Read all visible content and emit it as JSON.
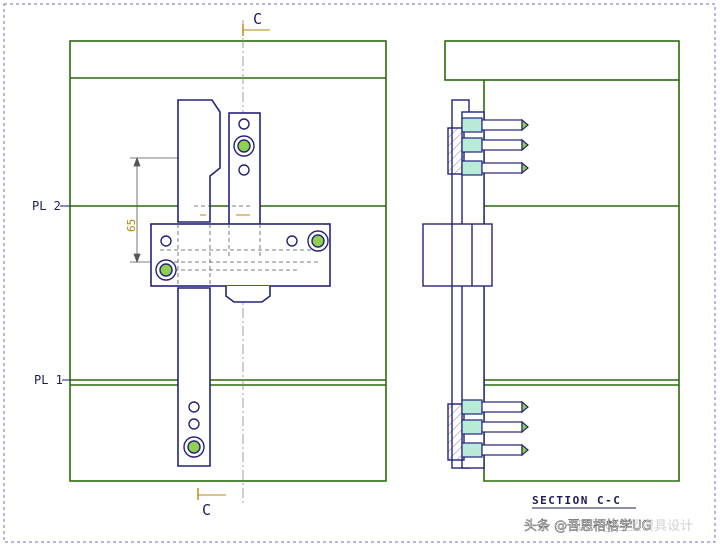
{
  "labels": {
    "pl2": "PL 2",
    "pl1": "PL 1",
    "section_mark_top": "C",
    "section_mark_bottom": "C",
    "dimension": "65",
    "section_title": "SECTION C-C"
  },
  "watermarks": {
    "zhihu": "知乎 @注塑模具设计",
    "toutiao": "头条 @吾思梧恪学UG"
  },
  "colors": {
    "plate_line": "#2b6a0f",
    "part_line": "#23237a",
    "bolt_fill": "#8fd14f",
    "hatch_fill": "#b9ecd8",
    "dim_line": "#555555",
    "dim_text": "#b8860b",
    "border_dash": "#6c6cc8"
  }
}
